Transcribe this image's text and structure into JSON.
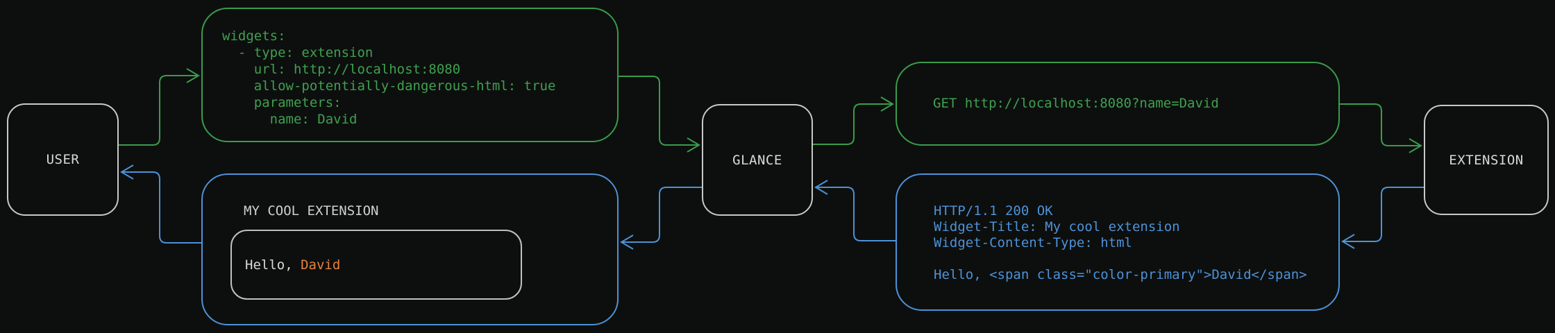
{
  "colors": {
    "background": "#0d0f0e",
    "green": "#3a9c4c",
    "blue": "#4d92d8",
    "orange": "#e8823c",
    "node_border": "#c9c9c9",
    "text": "#d9d9d9"
  },
  "nodes": {
    "user": {
      "label": "USER"
    },
    "glance": {
      "label": "GLANCE"
    },
    "extension": {
      "label": "EXTENSION"
    }
  },
  "config_box": {
    "lines": [
      "widgets:",
      "  - type: extension",
      "    url: http://localhost:8080",
      "    allow-potentially-dangerous-html: true",
      "    parameters:",
      "      name: David"
    ]
  },
  "request_box": {
    "text": "GET http://localhost:8080?name=David"
  },
  "response_box": {
    "lines": [
      "HTTP/1.1 200 OK",
      "Widget-Title: My cool extension",
      "Widget-Content-Type: html",
      "",
      "Hello, <span class=\"color-primary\">David</span>"
    ]
  },
  "widget_box": {
    "title": "MY COOL EXTENSION",
    "hello_prefix": "Hello, ",
    "hello_name": "David"
  }
}
